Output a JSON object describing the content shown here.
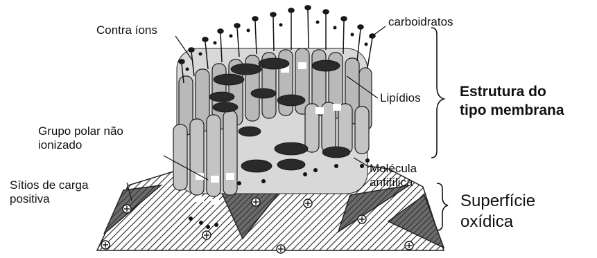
{
  "labels": {
    "contra_ions": "Contra íons",
    "carboidratos": "carboidratos",
    "lipidios": "Lipídios",
    "estrutura_line1": "Estrutura do",
    "estrutura_line2": "tipo membrana",
    "grupo_line1": "Grupo  polar não",
    "grupo_line2": "ionizado",
    "sitios_line1": "Sítios de carga",
    "sitios_line2": "positiva",
    "molecula_line1": "Molécula",
    "molecula_line2": "anfifílica",
    "superficie_line1": "Superfície",
    "superficie_line2": "oxídica"
  },
  "colors": {
    "ink": "#111111",
    "lipid_light": "#b9b9b9",
    "lipid_dark": "#2a2a2a",
    "triangle_dark": "#555555"
  },
  "symbols": {
    "positive_charge": "+"
  }
}
